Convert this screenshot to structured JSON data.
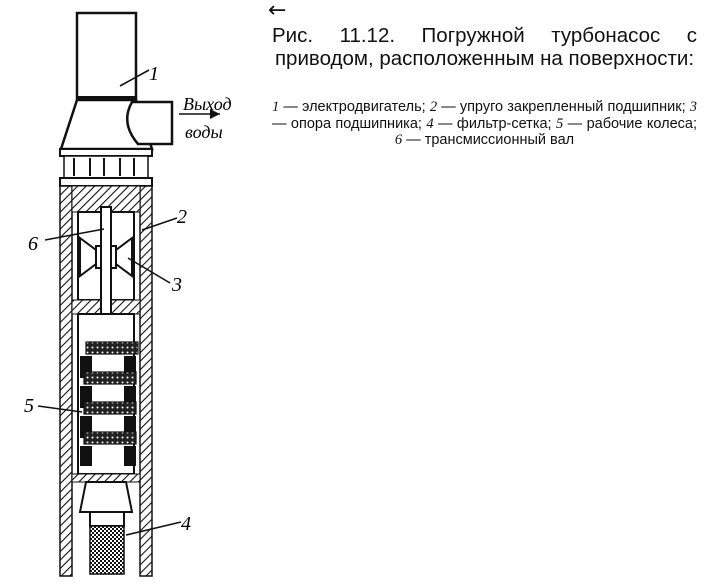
{
  "caption": {
    "arrow": "←",
    "title": "Рис. 11.12. Погружной турбонасос с приводом, расположенным на поверхности:"
  },
  "legend": [
    {
      "num": "1",
      "text": "электродвигатель;"
    },
    {
      "num": "2",
      "text": "упруго закрепленный подшипник;"
    },
    {
      "num": "3",
      "text": "опора подшипника;"
    },
    {
      "num": "4",
      "text": "фильтр-сетка;"
    },
    {
      "num": "5",
      "text": "рабочие колеса;"
    },
    {
      "num": "6",
      "text": "трансмиссионный вал"
    }
  ],
  "labels": {
    "motor": "1",
    "elastic_bearing": "2",
    "bearing_support": "3",
    "filter": "4",
    "impellers": "5",
    "shaft": "6",
    "outlet_line1": "Выход",
    "outlet_line2": "воды"
  },
  "colors": {
    "ink": "#111111",
    "background": "#ffffff"
  }
}
